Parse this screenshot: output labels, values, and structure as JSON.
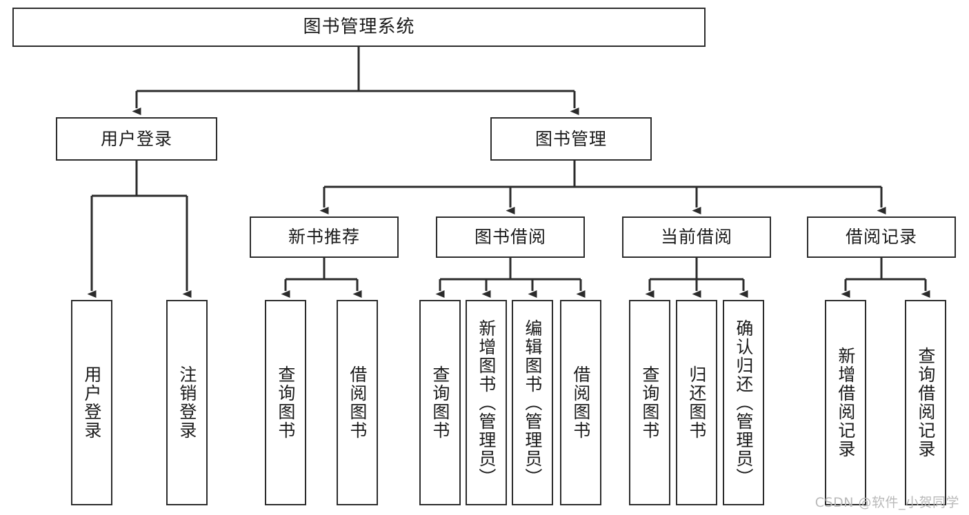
{
  "diagram": {
    "type": "tree",
    "title": "图书管理系统",
    "orientation": "top-down",
    "line_color": "#2b2b2b",
    "box_fill": "#ffffff",
    "text_color": "#1a1a1a"
  },
  "nodes": {
    "root": {
      "label": "图书管理系统",
      "level": 0
    },
    "level1": [
      {
        "id": "user_login",
        "label": "用户登录"
      },
      {
        "id": "book_manage",
        "label": "图书管理"
      }
    ],
    "level2": [
      {
        "id": "new_book_rec",
        "label": "新书推荐",
        "parent": "book_manage"
      },
      {
        "id": "book_borrow",
        "label": "图书借阅",
        "parent": "book_manage"
      },
      {
        "id": "current_borrow",
        "label": "当前借阅",
        "parent": "book_manage"
      },
      {
        "id": "borrow_record",
        "label": "借阅记录",
        "parent": "book_manage"
      }
    ],
    "leaves": {
      "user_login": [
        {
          "id": "leaf_login",
          "label": "用户登录"
        },
        {
          "id": "leaf_logout",
          "label": "注销登录"
        }
      ],
      "new_book_rec": [
        {
          "id": "leaf_query_book_1",
          "label": "查询图书"
        },
        {
          "id": "leaf_borrow_book_1",
          "label": "借阅图书"
        }
      ],
      "book_borrow": [
        {
          "id": "leaf_query_book_2",
          "label": "查询图书"
        },
        {
          "id": "leaf_add_book",
          "label": "新增图书（管理员）"
        },
        {
          "id": "leaf_edit_book",
          "label": "编辑图书（管理员）"
        },
        {
          "id": "leaf_borrow_book_2",
          "label": "借阅图书"
        }
      ],
      "current_borrow": [
        {
          "id": "leaf_query_book_3",
          "label": "查询图书"
        },
        {
          "id": "leaf_return_book",
          "label": "归还图书"
        },
        {
          "id": "leaf_confirm_return",
          "label": "确认归还（管理员）"
        }
      ],
      "borrow_record": [
        {
          "id": "leaf_add_record",
          "label": "新增借阅记录"
        },
        {
          "id": "leaf_query_record",
          "label": "查询借阅记录"
        }
      ]
    }
  },
  "watermark": {
    "text": "CSDN @软件_小贺同学",
    "color": "#b9b9b9"
  }
}
